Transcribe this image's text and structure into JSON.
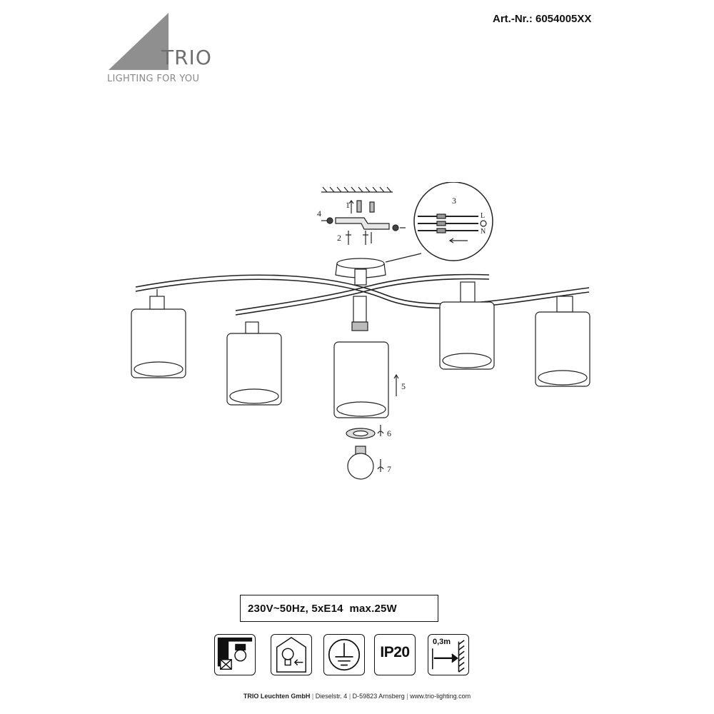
{
  "header": {
    "brand_name": "TRIO",
    "brand_tagline": "LIGHTING FOR YOU",
    "article_number": "Art.-Nr.: 6054005XX"
  },
  "diagram": {
    "callouts": [
      "1",
      "2",
      "3",
      "4",
      "5",
      "6",
      "7"
    ],
    "wire_labels": [
      "L",
      "N"
    ]
  },
  "specs": {
    "text": "230V~50Hz, 5xE14  max.25W"
  },
  "symbols": {
    "icons": [
      "not-for-flammable-surfaces-icon",
      "indoor-use-only-icon",
      "protective-earth-icon",
      "ip20-icon",
      "minimum-distance-icon"
    ],
    "ip_rating": "IP20",
    "min_distance": "0,3m"
  },
  "footer": {
    "company": "TRIO Leuchten GmbH",
    "street": "Dieselstr. 4",
    "city": "D-59823 Arnsberg",
    "website": "www.trio-lighting.com",
    "separator": "|"
  }
}
